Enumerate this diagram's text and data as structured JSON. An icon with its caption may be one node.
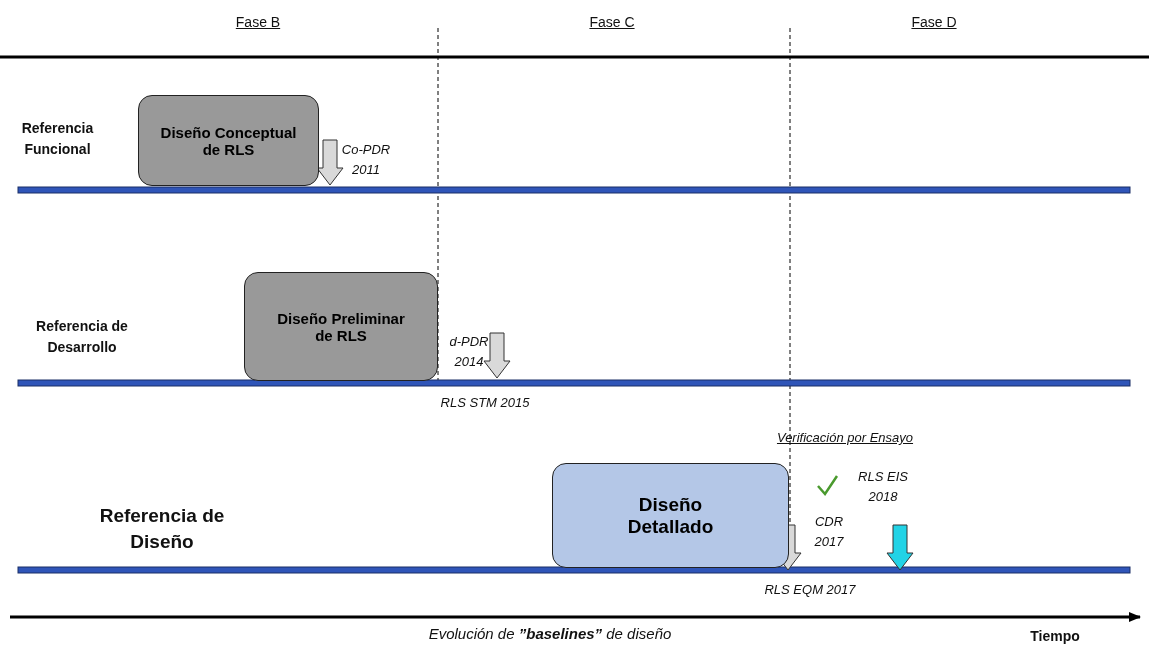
{
  "diagram": {
    "nodes": [
      {
        "text": [
          "Diseño Conceptual de RLS"
        ]
      },
      {
        "text": [
          "Diseño Preliminar de RLS"
        ]
      },
      {
        "text": [
          "Diseño Detallado"
        ]
      }
    ],
    "labels": [
      "Fase B",
      "Fase C",
      "Fase D",
      "Referencia Funcional",
      "Co-PDR 2011",
      "Referencia de Desarrollo",
      "d-PDR 2014",
      "RLS STM 2015",
      "Verificación por Ensayo",
      "Referencia de Diseño",
      "RLS EIS 2018",
      "CDR 2017",
      "RLS EQM 2017",
      "Evolución de **”baselines”** de diseño",
      "Tiempo"
    ]
  }
}
